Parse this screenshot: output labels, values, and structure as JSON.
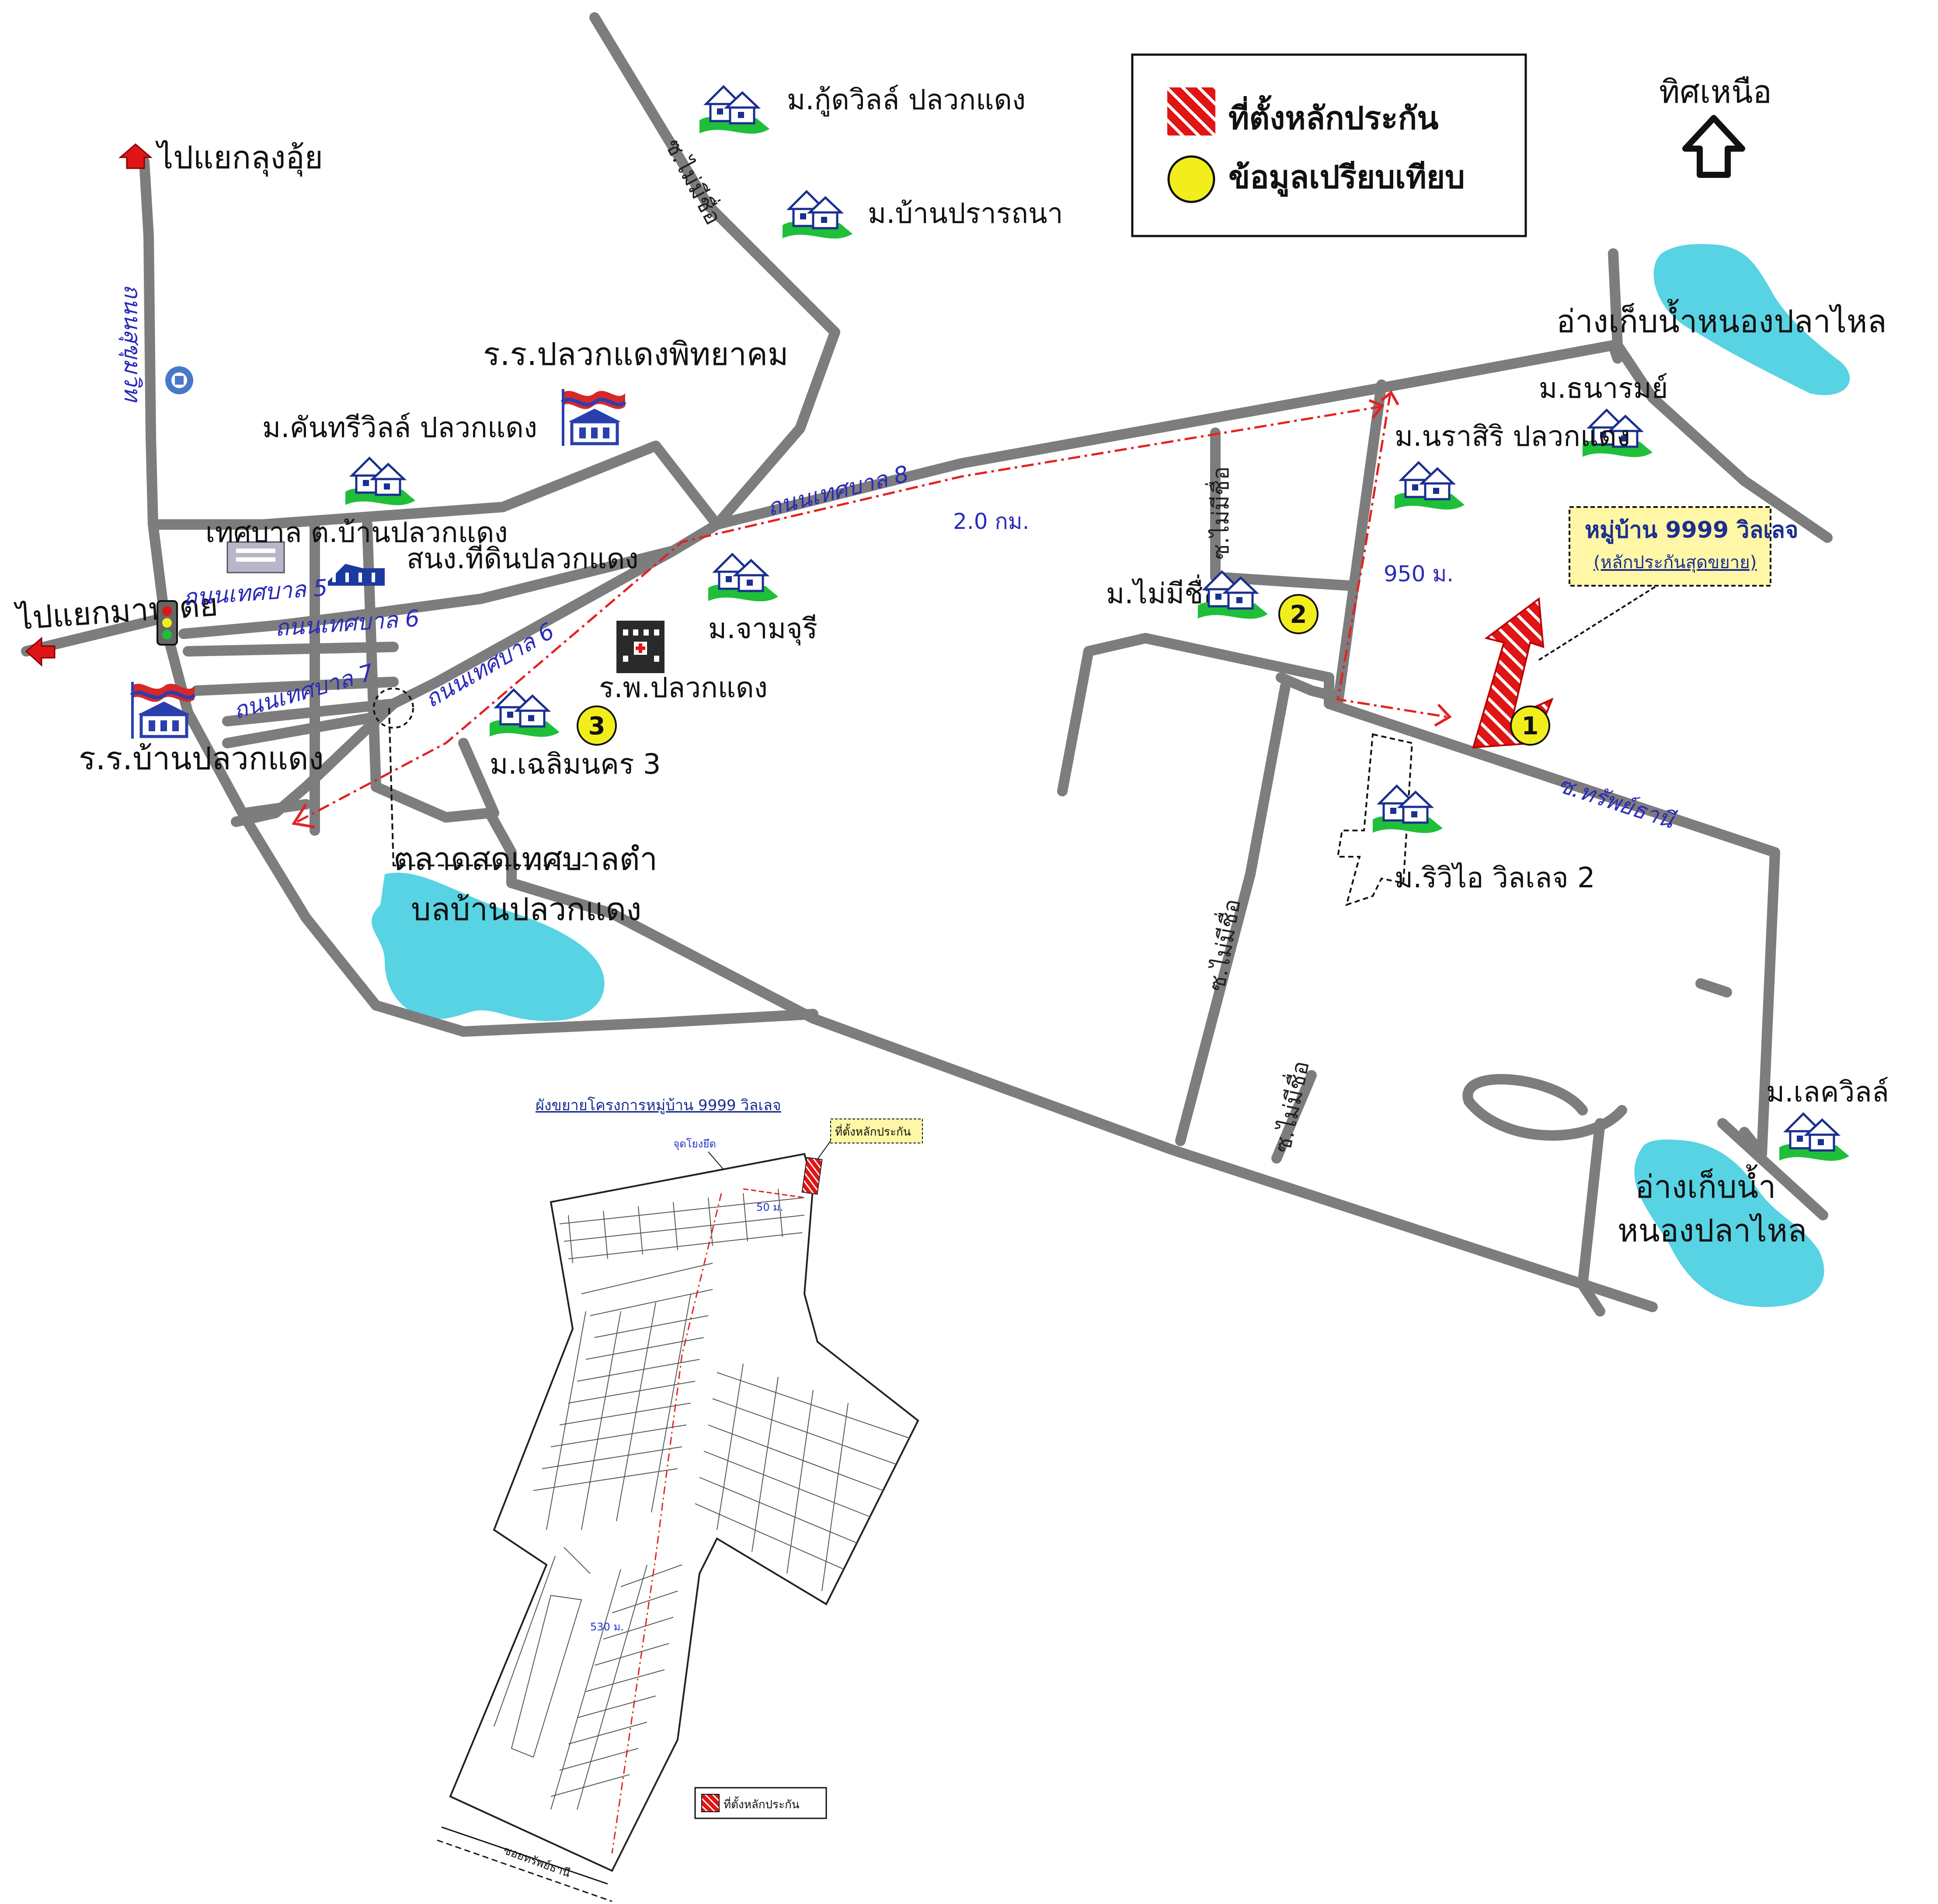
{
  "legend": {
    "collateral_label": "ที่ตั้งหลักประกัน",
    "comparison_label": "ข้อมูลเปรียบเทียบ"
  },
  "north": {
    "label": "ทิศเหนือ"
  },
  "directions": {
    "to_lung_ui": "ไปแยกลุงอุ้ย",
    "to_mab_tei": "ไปแยกมาบเตย"
  },
  "places": {
    "good_ville": "ม.กู้ดวิลล์ ปลวกแดง",
    "baan_prathana": "ม.บ้านปรารถนา",
    "pluak_daeng_pittayakom": "ร.ร.ปลวกแดงพิทยาคม",
    "kantree_ville": "ม.คันทรีวิลล์ ปลวกแดง",
    "municipality": "เทศบาล ต.บ้านปลวกแดง",
    "land_office": "สนง.ที่ดินปลวกแดง",
    "chamchuri": "ม.จามจุรี",
    "hospital": "ร.พ.ปลวกแดง",
    "chaloem_nakhon": "ม.เฉลิมนคร 3",
    "baan_pluak_daeng_school": "ร.ร.บ้านปลวกแดง",
    "market_line1": "ตลาดสดเทศบาลตำ",
    "market_line2": "บลบ้านปลวกแดง",
    "nong_pla_lai_top": "อ่างเก็บน้ำหนองปลาไหล",
    "tanarom": "ม.ธนารมย์",
    "narasiri": "ม.นราสิริ ปลวกแดง",
    "no_name_village": "ม.ไม่มีชื่อ",
    "riviera": "ม.ริวิไอ วิลเลจ 2",
    "lake_ville": "ม.เลควิลล์",
    "nong_pla_lai_bottom_1": "อ่างเก็บน้ำ",
    "nong_pla_lai_bottom_2": "หนองปลาไหล"
  },
  "roads": {
    "sukhumvit": "ถนนสุขุมวิท",
    "thetsaban_8": "ถนนเทศบาล 8",
    "thetsaban_6a": "ถนนเทศบาล 6",
    "thetsaban_6b": "ถนนเทศบาล 6",
    "thetsaban_5": "ถนนเทศบาล 5",
    "thetsaban_7": "ถนนเทศบาล 7",
    "soi_no_name": "ซ.ไม่มีชื่อ",
    "soi_sapthani": "ซ.ทรัพย์ธานี"
  },
  "distances": {
    "d1": "2.0 กม.",
    "d2": "950 ม."
  },
  "project_callout": {
    "title": "หมู่บ้าน 9999 วิลเลจ",
    "subtitle": "(หลักประกันสุดขยาย)"
  },
  "markers": [
    "1",
    "2",
    "3"
  ],
  "inset": {
    "title": "ผังขยายโครงการหมู่บ้าน 9999 วิลเลจ",
    "collateral_tag": "ที่ตั้งหลักประกัน",
    "entry_label": "จุดโยงยึด",
    "d_50": "50 ม.",
    "d_530": "530 ม.",
    "legend_label": "ที่ตั้งหลักประกัน",
    "road_label": "ซอยทรัพย์ธานี"
  },
  "colors": {
    "road": "#7d7d7d",
    "water": "#58d3e3",
    "collateral": "#e01515",
    "marker": "#f2ee1c",
    "route": "#e32222",
    "road_text": "#2b2bb8"
  }
}
